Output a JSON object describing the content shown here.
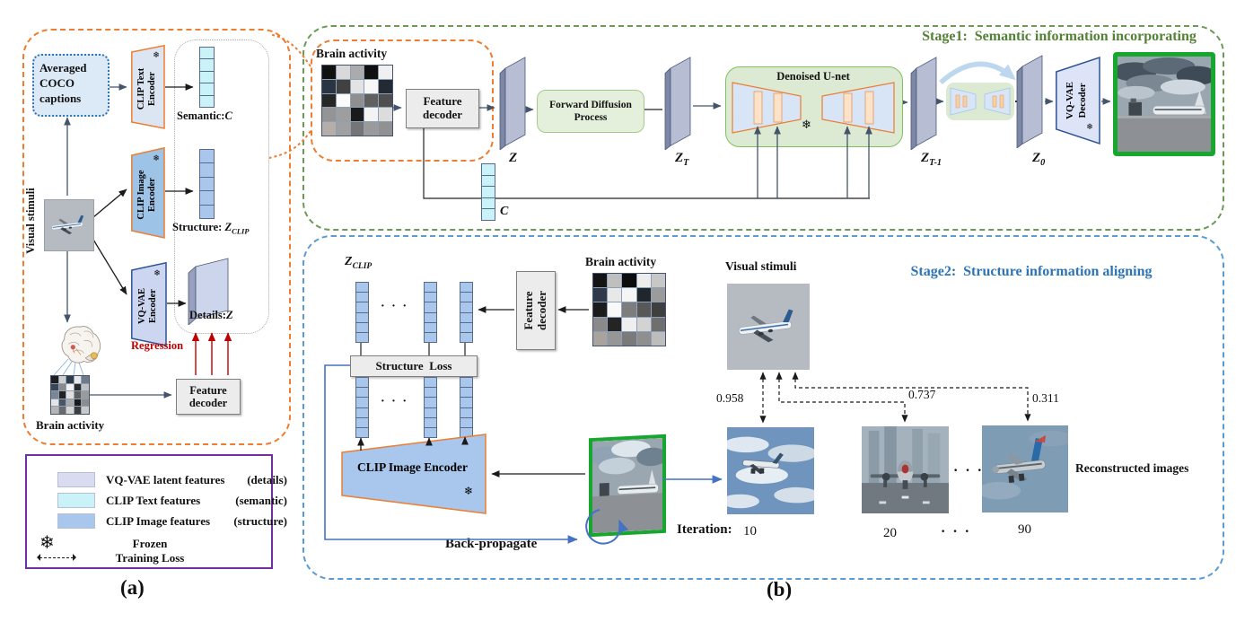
{
  "icons": {
    "frozen": "❄"
  },
  "panel_a": {
    "caption_box": "Averaged COCO captions",
    "visual_stimuli": "Visual stimuli",
    "brain_activity": "Brain activity",
    "clip_text_encoder": {
      "l1": "CLIP Text",
      "l2": "Encoder"
    },
    "clip_image_encoder": {
      "l1": "CLIP Image",
      "l2": "Encoder"
    },
    "vqvae_encoder": {
      "l1": "VQ-VAE",
      "l2": "Encoder"
    },
    "feature_decoder": {
      "l1": "Feature",
      "l2": "decoder"
    },
    "semantic": {
      "label": "Semantic:",
      "var": "C"
    },
    "structure": {
      "label": "Structure:",
      "var": "Z",
      "sub": "CLIP"
    },
    "details": {
      "label": "Details:",
      "var": "Z"
    },
    "regression": "Regression",
    "label": "(a)",
    "legend": {
      "rows": [
        {
          "swatch": "#d9dcf0",
          "label": "VQ-VAE latent features",
          "paren": "(details)"
        },
        {
          "swatch": "#c9f3f8",
          "label": "CLIP Text features",
          "paren": "(semantic)"
        },
        {
          "swatch": "#a9c6ec",
          "label": "CLIP Image features",
          "paren": "(structure)"
        }
      ],
      "frozen": "Frozen",
      "training_loss": "Training Loss"
    }
  },
  "stage1": {
    "title": "Stage1:  Semantic information incorporating",
    "brain_activity": "Brain activity",
    "feature_decoder": {
      "l1": "Feature",
      "l2": "decoder"
    },
    "z": "Z",
    "forward_diffusion": {
      "l1": "Forward Diffusion",
      "l2": "Process"
    },
    "zt": {
      "base": "Z",
      "sub": "T"
    },
    "unet_title": "Denoised U-net",
    "zt1": {
      "base": "Z",
      "sub": "T-1"
    },
    "z0": {
      "base": "Z",
      "sub": "0"
    },
    "vqvae_decoder": {
      "l1": "VQ-VAE",
      "l2": "Decoder"
    },
    "c": "C"
  },
  "stage2": {
    "title": "Stage2:  Structure information aligning",
    "zclip": {
      "base": "Z",
      "sub": "CLIP"
    },
    "structure_loss": "Structure  Loss",
    "feature_decoder": {
      "l1": "Feature",
      "l2": "decoder"
    },
    "brain_activity": "Brain activity",
    "visual_stimuli": "Visual stimuli",
    "clip_image_encoder": "CLIP Image Encoder",
    "back_propagate": "Back-propagate",
    "similarities": [
      "0.958",
      "0.737",
      "0.311"
    ],
    "iteration_label": "Iteration:",
    "iterations": [
      "10",
      "20",
      "90"
    ],
    "ellipsis": "· · ·",
    "reconstructed_label": "Reconstructed images",
    "label": "(b)"
  },
  "colors": {
    "accent_orange": "#ed7d31",
    "stage1_green": "#538135",
    "stage2_blue": "#2e74b5",
    "legend_border": "#7030a0",
    "regression_red": "#c00000",
    "backprop_blue": "#4472c4",
    "semantic_cell": "#c9f3f8",
    "structure_cell": "#a9c6ec",
    "recon_border_green": "#17a62e"
  },
  "grids": {
    "a": [
      "#1d1d1d",
      "#cfcfcf",
      "#2f3a4a",
      "#e8e8e8",
      "#6f7b8a",
      "#3a4656",
      "#8a8a8a",
      "#f2f2f2",
      "#2a2a2a",
      "#c0c0c0",
      "#7c8796",
      "#222222",
      "#dfdfdf",
      "#5e5e5e",
      "#9b9b9b",
      "#e5e5e5",
      "#4a5563",
      "#a9a9a9",
      "#1a1a1a",
      "#8d8d8d",
      "#b5b5b5",
      "#6a6a6a",
      "#d6d6d6",
      "#3d3d3d",
      "#c9c9c9"
    ],
    "s1": [
      "#111111",
      "#d9d9d9",
      "#ababab",
      "#101010",
      "#f0f0f0",
      "#2b3542",
      "#414141",
      "#e3e3e3",
      "#f7f7f7",
      "#232a33",
      "#262626",
      "#fbfbfb",
      "#8f8f8f",
      "#606060",
      "#4f4f4f",
      "#949494",
      "#9e9e9e",
      "#1a1a1a",
      "#f3f3f3",
      "#dcdcdc",
      "#b3aeaa",
      "#a0a0a0",
      "#757575",
      "#9a9a9a",
      "#919191"
    ],
    "s2": [
      "#141414",
      "#bfbfbf",
      "#0d0d0d",
      "#ededed",
      "#c7c7c7",
      "#30394a",
      "#e8e8e8",
      "#f5f5f5",
      "#20262e",
      "#9b9b9b",
      "#1c1c1c",
      "#f9f9f9",
      "#7d7d7d",
      "#585858",
      "#3f3f3f",
      "#8a8a8a",
      "#242424",
      "#efefef",
      "#d3d3d3",
      "#6f6f6f",
      "#a8a39e",
      "#969696",
      "#7a7a7a",
      "#8f8f8f",
      "#bdbdbd"
    ]
  }
}
